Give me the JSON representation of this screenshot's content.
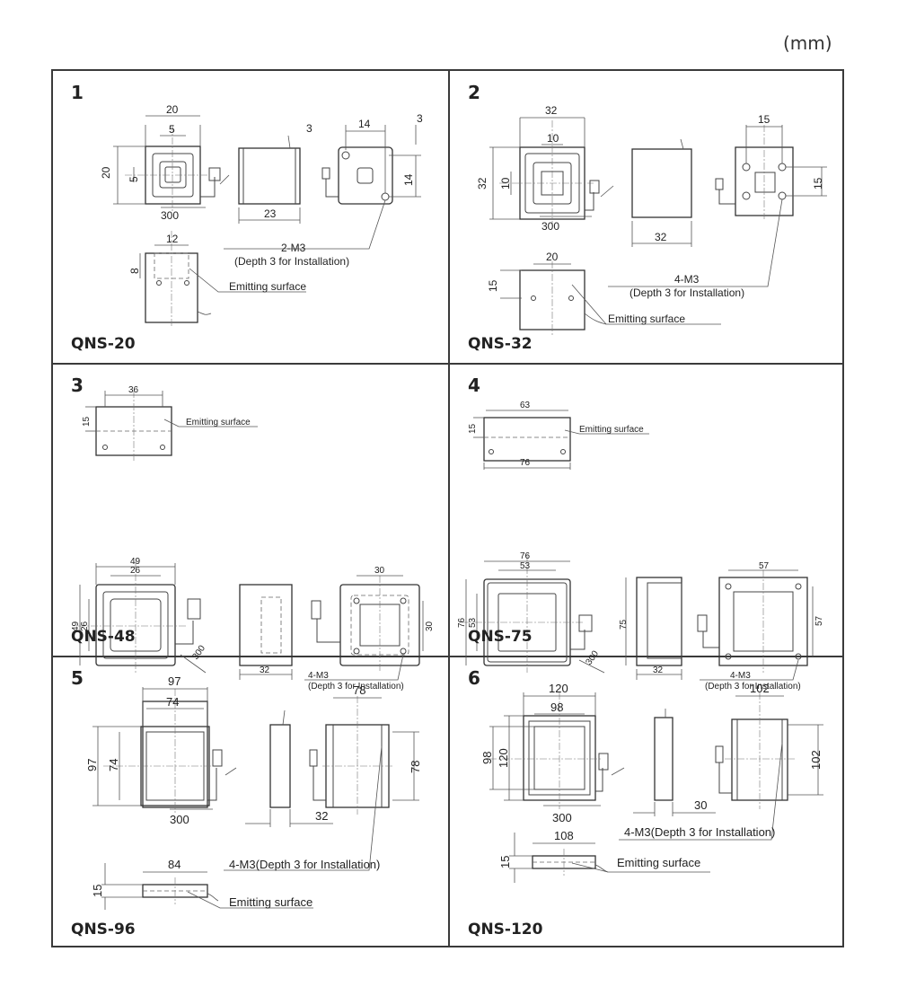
{
  "unit": "(mm)",
  "cells": [
    {
      "number": "1",
      "model": "QNS-20",
      "dims": {
        "w20": "20",
        "w5": "5",
        "h20": "20",
        "h5": "5",
        "cable": "300",
        "depth": "23",
        "r3a": "3",
        "r14": "14",
        "r3b": "3",
        "r14v": "14",
        "s12": "12",
        "s8": "8"
      },
      "screw": "2-M3",
      "screw_note": "(Depth 3 for Installation)",
      "emitting": "Emitting surface"
    },
    {
      "number": "2",
      "model": "QNS-32",
      "dims": {
        "w32": "32",
        "w10": "10",
        "h32": "32",
        "h10": "10",
        "cable": "300",
        "depth": "32",
        "r15": "15",
        "r15v": "15",
        "s20": "20",
        "s15": "15"
      },
      "screw": "4-M3",
      "screw_note": "(Depth 3 for Installation)",
      "emitting": "Emitting surface"
    },
    {
      "number": "3",
      "model": "QNS-48",
      "dims": {
        "t36": "36",
        "t15": "15",
        "w49": "49",
        "w26": "26",
        "h49": "49",
        "h26": "26",
        "cable": "300",
        "depth": "32",
        "r30": "30",
        "r30v": "30"
      },
      "screw": "4-M3",
      "screw_note": "(Depth 3 for Installation)",
      "emitting": "Emitting surface"
    },
    {
      "number": "4",
      "model": "QNS-75",
      "dims": {
        "t63": "63",
        "t15": "15",
        "t76": "76",
        "w76": "76",
        "w53": "53",
        "h76": "76",
        "h53": "53",
        "cable": "300",
        "d75": "75",
        "depth": "32",
        "r57": "57",
        "r57v": "57"
      },
      "screw": "4-M3",
      "screw_note": "(Depth 3 for Installation)",
      "emitting": "Emitting surface"
    },
    {
      "number": "5",
      "model": "QNS-96",
      "dims": {
        "w97": "97",
        "w74": "74",
        "h97": "97",
        "h74": "74",
        "cable": "300",
        "depth": "32",
        "r78": "78",
        "r78v": "78",
        "b84": "84",
        "b15": "15"
      },
      "screw_full": "4-M3(Depth 3 for Installation)",
      "emitting": "Emitting surface"
    },
    {
      "number": "6",
      "model": "QNS-120",
      "dims": {
        "w120": "120",
        "w98": "98",
        "h120": "120",
        "h98": "98",
        "cable": "300",
        "depth": "30",
        "r102": "102",
        "r102v": "102",
        "b108": "108",
        "b15": "15"
      },
      "screw_full": "4-M3(Depth 3 for Installation)",
      "emitting": "Emitting surface"
    }
  ]
}
